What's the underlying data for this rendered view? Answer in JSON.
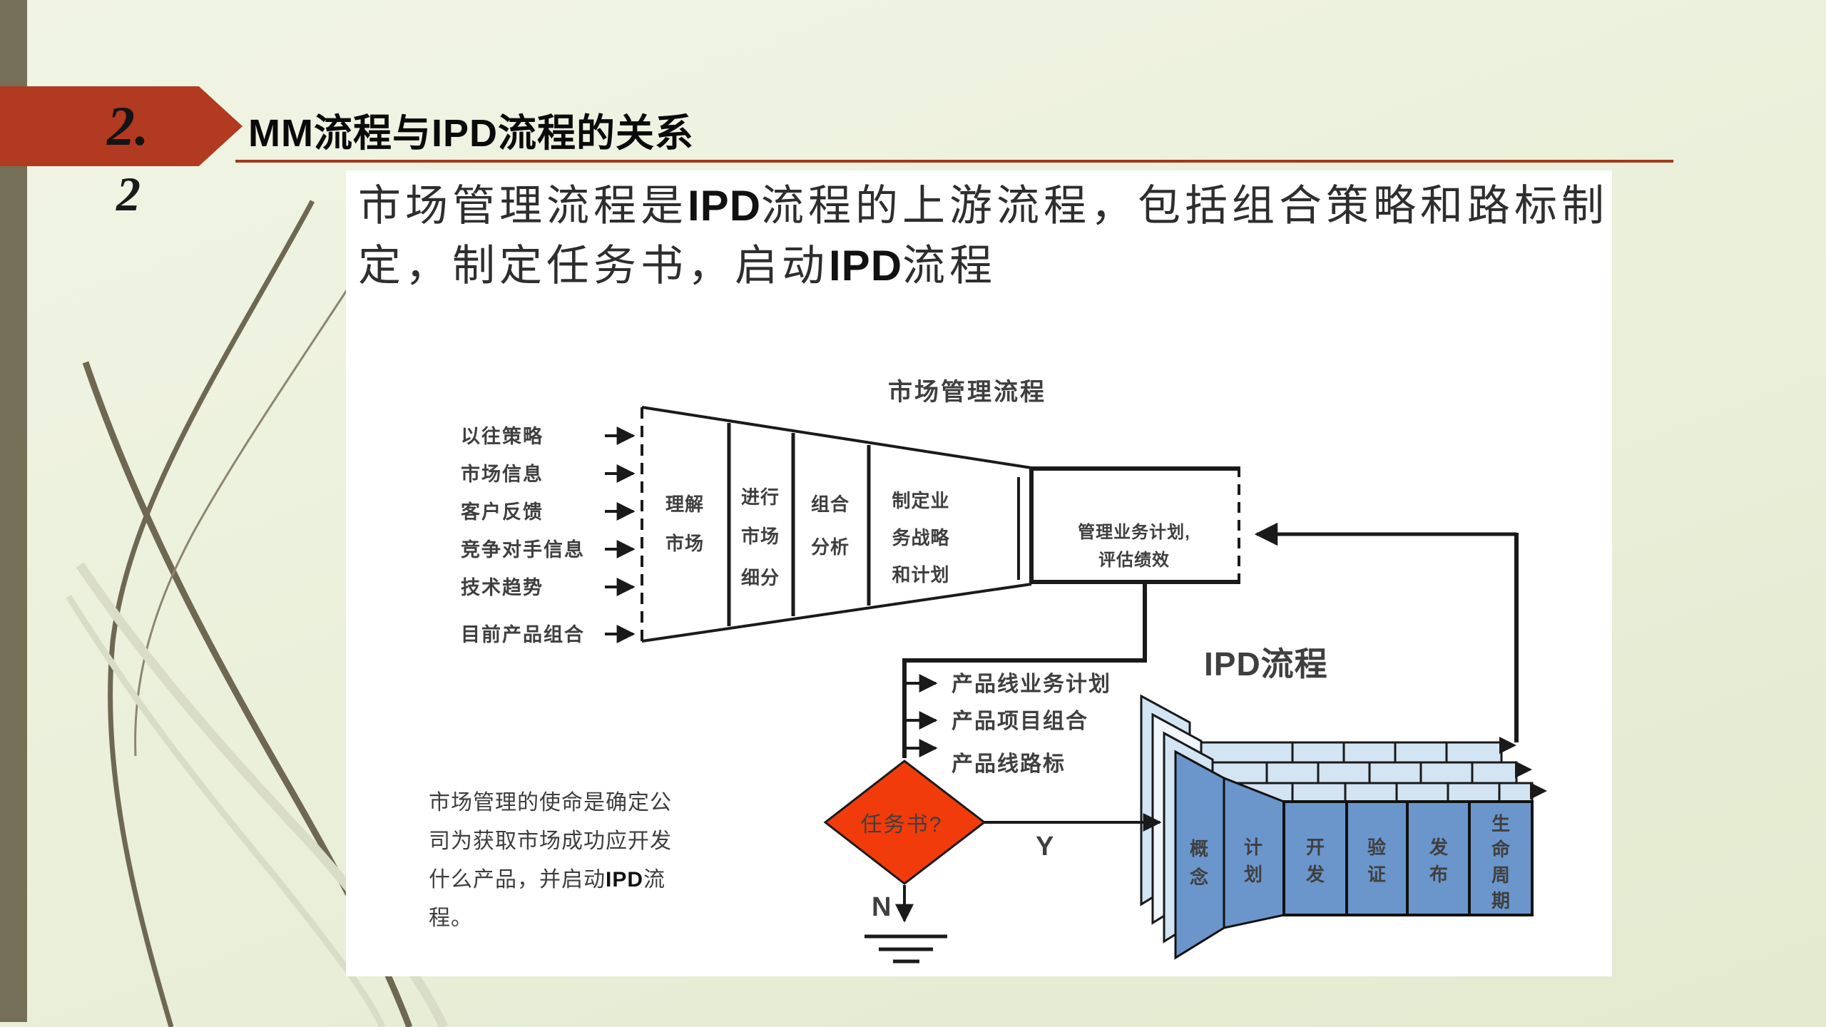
{
  "slide": {
    "section_number": "2.",
    "page_number": "2",
    "title": "MM流程与IPD流程的关系"
  },
  "intro": {
    "l1_pre": "市场管理流程是",
    "l1_bold": "IPD",
    "l1_post": "流程的上游流程，包括组合策略和路标制",
    "l2_pre": "定，制定任务书，启动",
    "l2_bold": "IPD",
    "l2_post": "流程"
  },
  "mission": {
    "l1": "市场管理的使命是确定公",
    "l2": "司为获取市场成功应开发",
    "l3_pre": "什么产品，并启动",
    "l3_bold": "IPD",
    "l3_post": "流",
    "l4": "程。"
  },
  "diagram": {
    "funnel_title": "市场管理流程",
    "inputs": [
      "以往策略",
      "市场信息",
      "客户反馈",
      "竞争对手信息",
      "技术趋势",
      "目前产品组合"
    ],
    "stages": [
      {
        "lines": [
          "理解",
          "市场"
        ]
      },
      {
        "lines": [
          "进行",
          "市场",
          "细分"
        ]
      },
      {
        "lines": [
          "组合",
          "分析"
        ]
      },
      {
        "lines": [
          "制定业",
          "务战略",
          "和计划"
        ]
      }
    ],
    "manage_box": {
      "line1": "管理业务计划,",
      "line2": "评估绩效"
    },
    "outputs": [
      "产品线业务计划",
      "产品项目组合",
      "产品线路标"
    ],
    "decision": {
      "label": "任务书?",
      "yes": "Y",
      "no": "N"
    },
    "ipd_title": "IPD流程",
    "phases_skewed": [
      {
        "chars": [
          "概",
          "念"
        ]
      },
      {
        "chars": [
          "计",
          "划"
        ]
      }
    ],
    "phases_flat": [
      {
        "chars": [
          "开",
          "发"
        ]
      },
      {
        "chars": [
          "验",
          "证"
        ]
      },
      {
        "chars": [
          "发",
          "布"
        ]
      },
      {
        "chars": [
          "生",
          "命",
          "周",
          "期"
        ]
      }
    ]
  },
  "colors": {
    "accent_red": "#b23a20",
    "rule_red": "#a03a1e",
    "diamond_red": "#f13b0a",
    "panel_blue": "#6b96cc",
    "panel_light_blue": "#d3e4f3",
    "bar_olive": "#756f58"
  }
}
